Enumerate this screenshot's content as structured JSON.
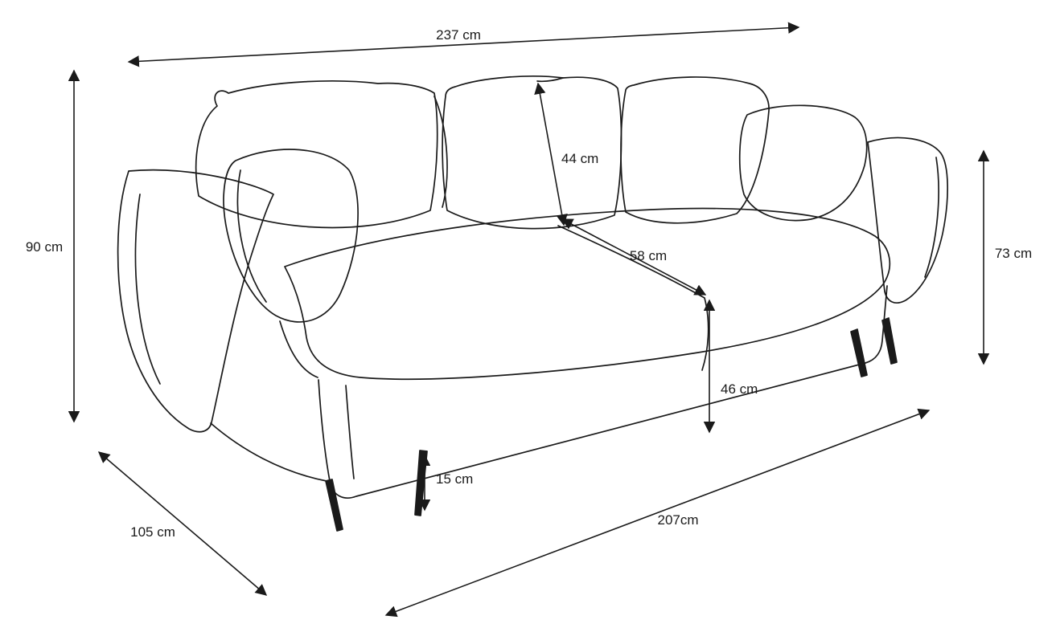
{
  "diagram": {
    "line_color": "#1a1a1a",
    "background_color": "#ffffff",
    "dimensions": {
      "overall_width": {
        "label": "237 cm"
      },
      "overall_height": {
        "label": "90 cm"
      },
      "back_cushion_height": {
        "label": "44 cm"
      },
      "seat_depth": {
        "label": "58 cm"
      },
      "backrest_height": {
        "label": "73 cm"
      },
      "seat_height": {
        "label": "46 cm"
      },
      "leg_height": {
        "label": "15 cm"
      },
      "overall_depth": {
        "label": "105 cm"
      },
      "seat_width": {
        "label": "207cm"
      }
    }
  }
}
